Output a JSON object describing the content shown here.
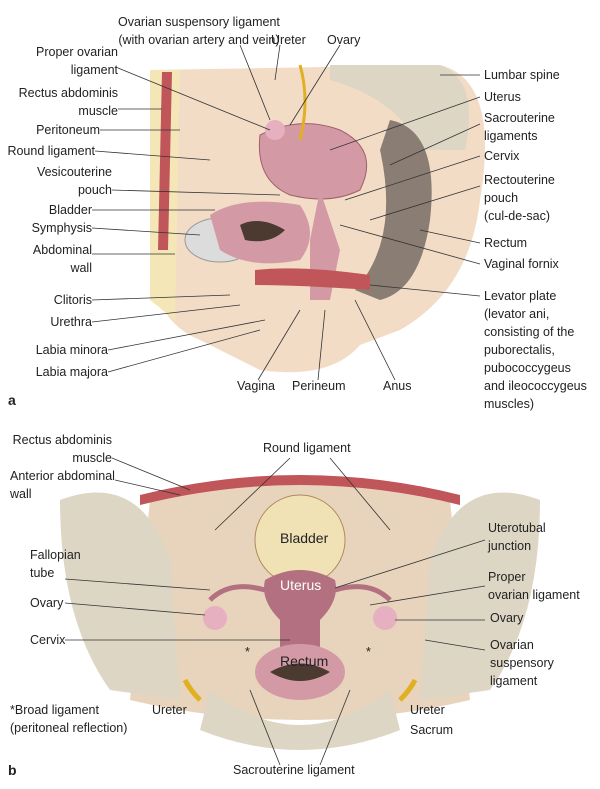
{
  "panel_a": {
    "figure_letter": "a",
    "labels": {
      "ovarian_suspensory": [
        "Ovarian suspensory ligament",
        "(with ovarian artery and vein)"
      ],
      "ureter": "Ureter",
      "ovary": "Ovary",
      "proper_ovarian": [
        "Proper ovarian",
        "ligament"
      ],
      "rectus": [
        "Rectus abdominis",
        "muscle"
      ],
      "peritoneum": "Peritoneum",
      "round_ligament": "Round ligament",
      "vesicouterine": [
        "Vesicouterine",
        "pouch"
      ],
      "bladder": "Bladder",
      "symphysis": "Symphysis",
      "abdominal_wall": [
        "Abdominal",
        "wall"
      ],
      "clitoris": "Clitoris",
      "urethra": "Urethra",
      "labia_minora": "Labia minora",
      "labia_majora": "Labia majora",
      "lumbar_spine": "Lumbar spine",
      "uterus": "Uterus",
      "sacrouterine": [
        "Sacrouterine",
        "ligaments"
      ],
      "cervix": "Cervix",
      "rectouterine": [
        "Rectouterine",
        "pouch",
        "(cul-de-sac)"
      ],
      "rectum": "Rectum",
      "vaginal_fornix": "Vaginal fornix",
      "levator": [
        "Levator plate",
        "(levator ani,",
        "consisting of the",
        "puborectalis,",
        "pubococcygeus",
        "and ileococcygeus",
        "muscles)"
      ],
      "vagina": "Vagina",
      "perineum": "Perineum",
      "anus": "Anus"
    }
  },
  "panel_b": {
    "figure_letter": "b",
    "labels": {
      "rectus": [
        "Rectus abdominis",
        "muscle"
      ],
      "anterior_wall": [
        "Anterior abdominal",
        "wall"
      ],
      "round_ligament": "Round ligament",
      "bladder": "Bladder",
      "uterotubal": [
        "Uterotubal",
        "junction"
      ],
      "fallopian": [
        "Fallopian",
        "tube"
      ],
      "uterus": "Uterus",
      "proper_ovarian": [
        "Proper",
        "ovarian ligament"
      ],
      "ovary_left": "Ovary",
      "ovary_right": "Ovary",
      "cervix": "Cervix",
      "ovarian_suspensory": [
        "Ovarian",
        "suspensory",
        "ligament"
      ],
      "rectum": "Rectum",
      "asterisk": "*",
      "broad_ligament": [
        "*Broad ligament",
        "(peritoneal reflection)"
      ],
      "ureter_left": "Ureter",
      "ureter_right": "Ureter",
      "sacrum": "Sacrum",
      "sacrouterine": "Sacrouterine ligament"
    }
  },
  "colors": {
    "skin": "#f2dcc6",
    "muscle": "#c0565a",
    "uterus": "#d39aa6",
    "bladder": "#f1e2b6",
    "bone": "#ddd6c4",
    "fat": "#f5e6b8",
    "rectum": "#8a7d74",
    "peritoneum": "#b08a5a"
  }
}
